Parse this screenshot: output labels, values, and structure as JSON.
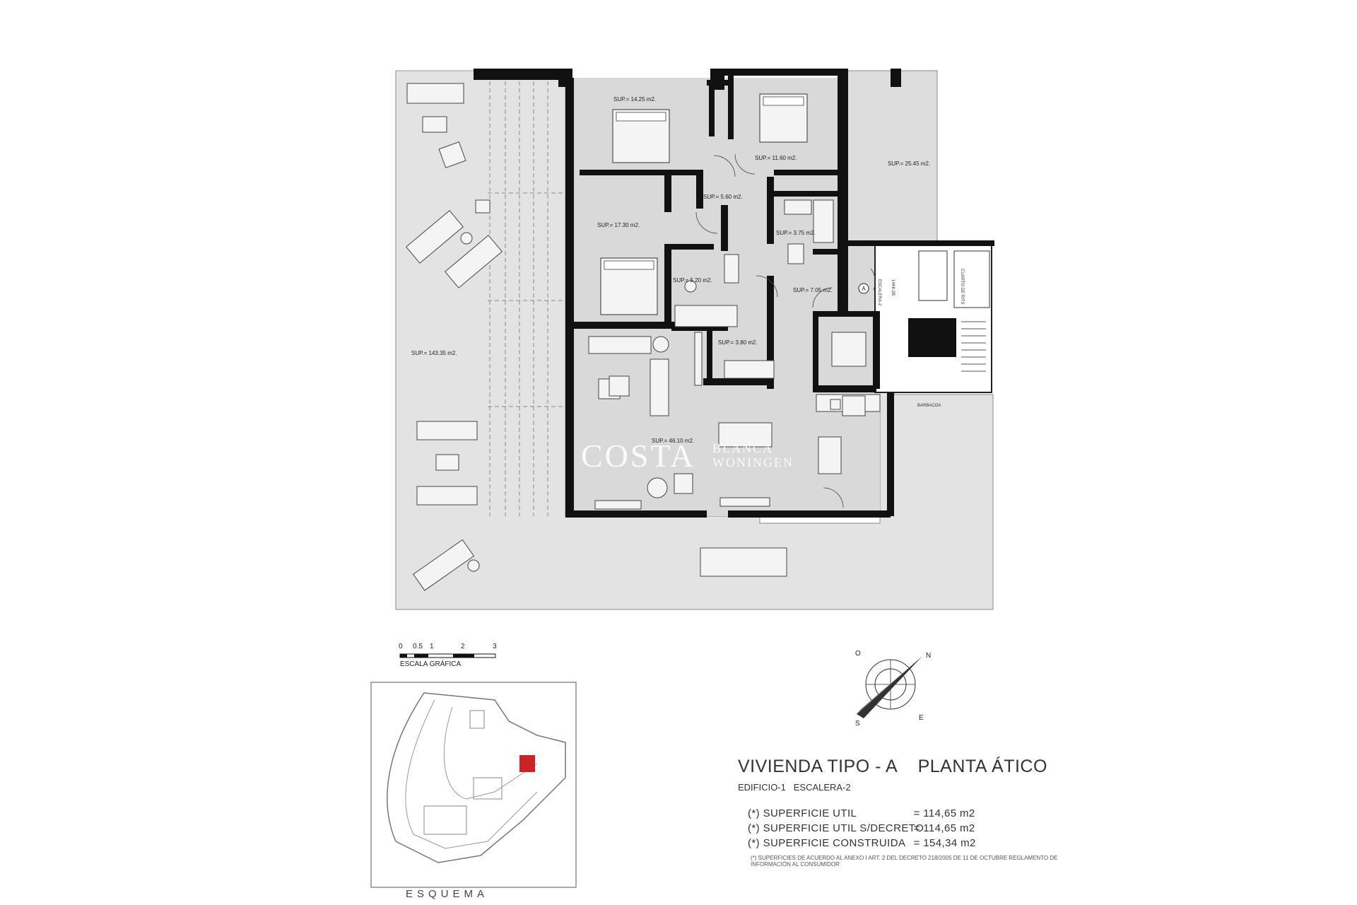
{
  "rooms": [
    {
      "id": "bedroom-1",
      "label": "SUP.= 14.25 m2."
    },
    {
      "id": "bedroom-2",
      "label": "SUP.= 11.60 m2."
    },
    {
      "id": "terrace-right",
      "label": "SUP.= 25.45 m2."
    },
    {
      "id": "hall",
      "label": "SUP.= 5.60 m2."
    },
    {
      "id": "bedroom-3",
      "label": "SUP.= 17.30 m2."
    },
    {
      "id": "bath-1",
      "label": "SUP.= 3.75 m2."
    },
    {
      "id": "bath-2",
      "label": "SUP.= 5.20 m2."
    },
    {
      "id": "corridor",
      "label": "SUP.= 7.05 m2."
    },
    {
      "id": "laundry",
      "label": "SUP.= 3.80 m2."
    },
    {
      "id": "terrace-left",
      "label": "SUP.= 143.35 m2."
    },
    {
      "id": "living",
      "label": "SUP.= 46.10 m2."
    }
  ],
  "annotations": {
    "cuarto_rits": "CUARTO DE RITS",
    "escalera": "ESCALERA-2",
    "stair_code": "1HHI-2B",
    "marker_a": "A",
    "barbacoa": "BARBACOA"
  },
  "scale_bar": {
    "ticks": [
      "0",
      "0.5",
      "1",
      "2",
      "3"
    ],
    "label": "ESCALA GRÁFICA"
  },
  "compass": {
    "n": "N",
    "e": "E",
    "s": "S",
    "o": "O"
  },
  "esquema_label": "ESQUEMA",
  "title": {
    "main": "VIVIENDA TIPO - A    PLANTA ÁTICO",
    "sub": "EDIFICIO-1   ESCALERA-2"
  },
  "areas": [
    {
      "label": "(*) SUPERFICIE  UTIL",
      "value": "=  114,65 m2"
    },
    {
      "label": "(*) SUPERFICIE  UTIL S/DECRETO",
      "value": "=  114,65 m2"
    },
    {
      "label": "(*) SUPERFICIE  CONSTRUIDA",
      "value": "=  154,34 m2"
    }
  ],
  "footnote": "(*) SUPERFICIES DE ACUERDO AL ANEXO I ART. 2 DEL DECRETO 218/2005 DE 11 DE OCTUBRE REGLAMENTO DE INFORMACIÓN AL CONSUMIDOR",
  "watermark": {
    "big": "COSTA",
    "small_1": "BLANCA",
    "small_2": "WONINGEN"
  },
  "colors": {
    "floor": "#dcdcdc",
    "wall": "#111111",
    "terrace": "#e3e3e3",
    "highlight": "#cc2222"
  }
}
